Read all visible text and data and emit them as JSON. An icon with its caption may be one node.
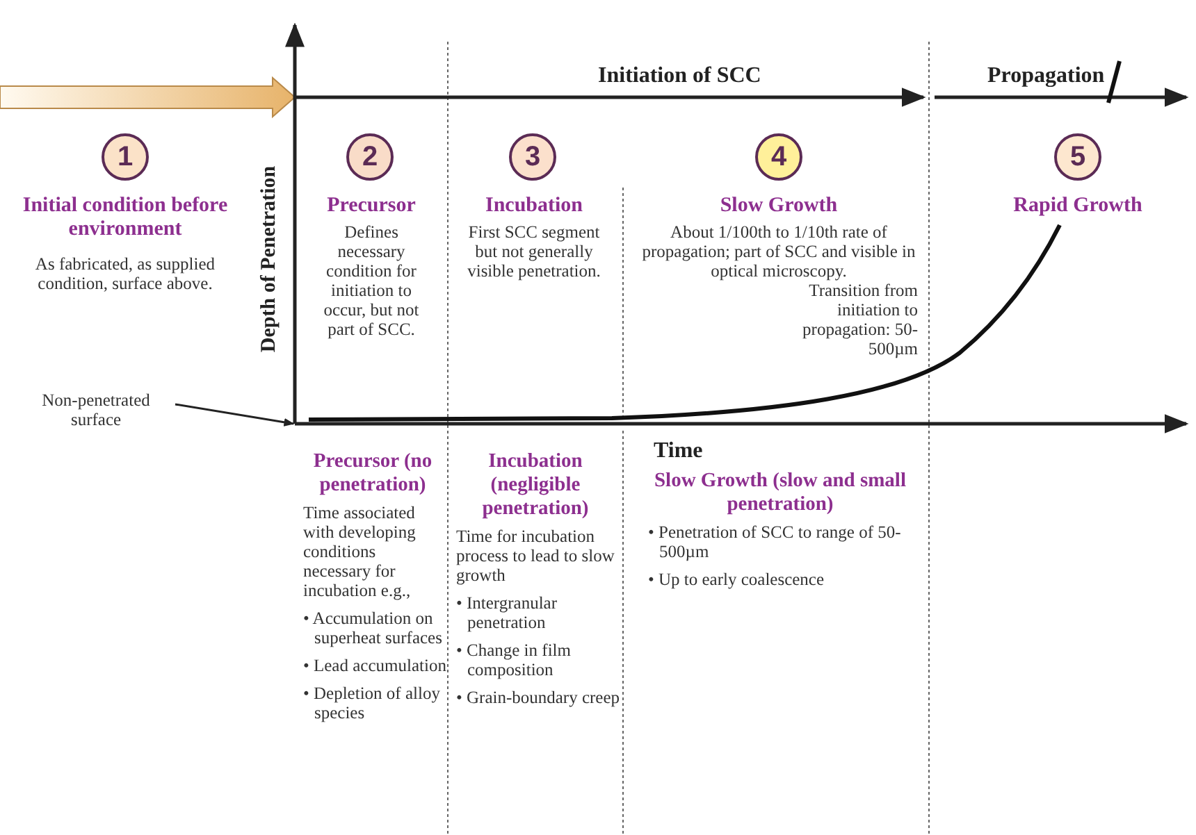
{
  "diagram": {
    "nodes": [
      {
        "text": [
          "1"
        ],
        "beside": [
          "Initial condition before environment",
          "As fabricated, as supplied condition, surface above."
        ]
      },
      {
        "text": [
          "2"
        ],
        "beside": [
          "Precursor",
          "Defines necessary condition for initiation to occur, but not part of SCC."
        ]
      },
      {
        "text": [
          "3"
        ],
        "beside": [
          "Incubation",
          "First SCC segment but not generally visible penetration."
        ]
      },
      {
        "text": [
          "4"
        ],
        "beside": [
          "Slow Growth",
          "About 1/100th to 1/10th rate of propagation; part of SCC and visible in optical microscopy.",
          "Transition from initiation to propagation: 50-500µm"
        ]
      },
      {
        "text": [
          "5"
        ],
        "beside": [
          "Rapid Growth"
        ]
      },
      {
        "text": [
          "Non-penetrated surface"
        ]
      },
      {
        "text": [],
        "shape": "bar",
        "beside": [
          "Time"
        ]
      }
    ],
    "edges": [
      {
        "from": 5,
        "to": 6,
        "arrow": "to"
      }
    ],
    "labels": [
      "Initiation of SCC",
      "Propagation",
      "Depth of Penetration",
      "Precursor (no penetration)",
      "Time associated with developing conditions necessary for incubation e.g.,",
      "• Accumulation on superheat surfaces",
      "• Lead accumulation",
      "• Depletion of alloy species",
      "Incubation (negligible penetration)",
      "Time for incubation process to lead to slow growth",
      "• Intergranular penetration",
      "• Change in film composition",
      "• Grain-boundary creep",
      "Slow Growth (slow and small penetration)",
      "• Penetration of SCC to range of 50-500µm",
      "• Up to early coalescence"
    ]
  }
}
